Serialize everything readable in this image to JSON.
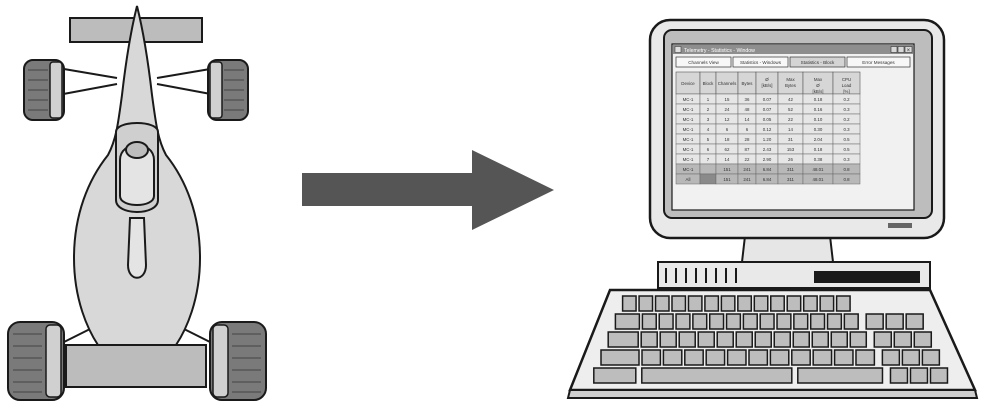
{
  "colors": {
    "car_body": "#d8d8d8",
    "car_outline": "#1a1a1a",
    "wing": "#bcbcbc",
    "tire": "#7a7a7a",
    "tire_hub": "#d0d0d0",
    "arrow": "#555555",
    "monitor_bezel": "#e9e9e9",
    "screen_frame": "#bdbdbd",
    "table_header": "#d6d6d6",
    "table_cell": "#e6e6e6",
    "table_total": "#b8b8b8",
    "table_total_dark": "#8a8a8a",
    "keyboard": "#eeeeee",
    "key": "#bdbdbd"
  },
  "icons": {
    "car": "race-car-top-view-icon",
    "arrow": "right-arrow-icon",
    "computer": "desktop-computer-icon"
  },
  "window": {
    "title": "Telemetry - Statistics - Window",
    "tabs": [
      "Channels View",
      "Statistics - Windows",
      "Statistics - Block",
      "Error Messages"
    ],
    "active_tab": 2
  },
  "table": {
    "headers": [
      "Device",
      "Block",
      "Channels",
      "Bytes",
      "Ø [kB/s]",
      "Max Bytes",
      "Max Ø [kB/s]",
      "CPU Load [%]"
    ],
    "rows": [
      [
        "MC-1",
        "1",
        "15",
        "36",
        "0.07",
        "42",
        "0.18",
        "0.2"
      ],
      [
        "MC-1",
        "2",
        "24",
        "48",
        "0.07",
        "52",
        "0.16",
        "0.3"
      ],
      [
        "MC-1",
        "3",
        "12",
        "14",
        "0.05",
        "22",
        "0.10",
        "0.2"
      ],
      [
        "MC-1",
        "4",
        "6",
        "6",
        "0.12",
        "14",
        "0.30",
        "0.3"
      ],
      [
        "MC-1",
        "5",
        "18",
        "28",
        "1.20",
        "31",
        "2.04",
        "0.5"
      ],
      [
        "MC-1",
        "6",
        "62",
        "87",
        "2.43",
        "153",
        "0.18",
        "0.5"
      ],
      [
        "MC-1",
        "7",
        "14",
        "22",
        "2.90",
        "26",
        "0.38",
        "0.3"
      ]
    ],
    "total_rows": [
      [
        "MC-1",
        "",
        "151",
        "241",
        "6.84",
        "311",
        "48.01",
        "0.8"
      ],
      [
        "All",
        "",
        "151",
        "241",
        "6.84",
        "311",
        "48.01",
        "0.8"
      ]
    ]
  }
}
